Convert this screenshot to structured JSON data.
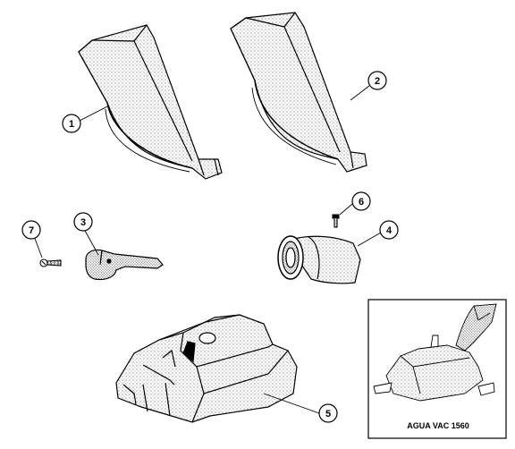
{
  "diagram": {
    "callouts": [
      {
        "id": "1"
      },
      {
        "id": "2"
      },
      {
        "id": "3"
      },
      {
        "id": "4"
      },
      {
        "id": "5"
      },
      {
        "id": "6"
      },
      {
        "id": "7"
      }
    ],
    "inset": {
      "caption": "AGUA VAC 1560"
    }
  },
  "colors": {
    "line": "#000000",
    "background": "#ffffff"
  }
}
